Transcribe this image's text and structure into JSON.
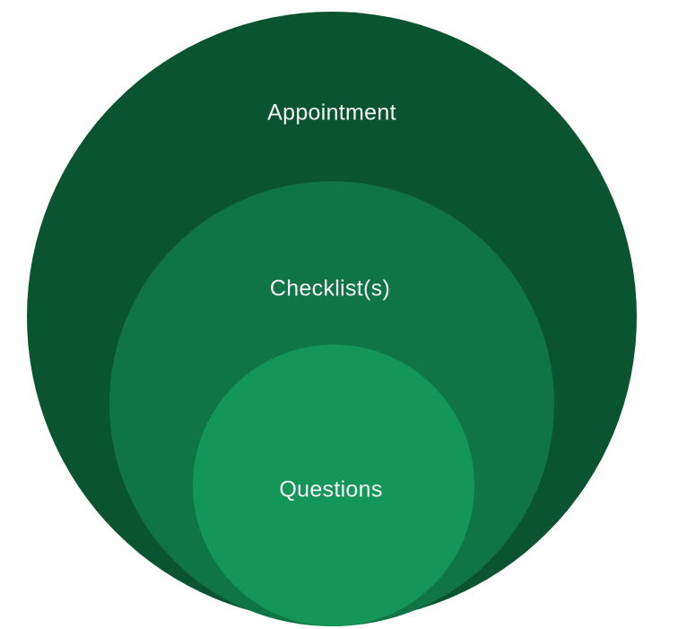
{
  "diagram": {
    "type": "nested-circles",
    "background_color": "#FFFFFF",
    "label_text_color": "#F5F5F5",
    "levels": [
      {
        "label": "Appointment",
        "color": "#0B5432"
      },
      {
        "label": "Checklist(s)",
        "color": "#107546"
      },
      {
        "label": "Questions",
        "color": "#14965A"
      }
    ]
  }
}
